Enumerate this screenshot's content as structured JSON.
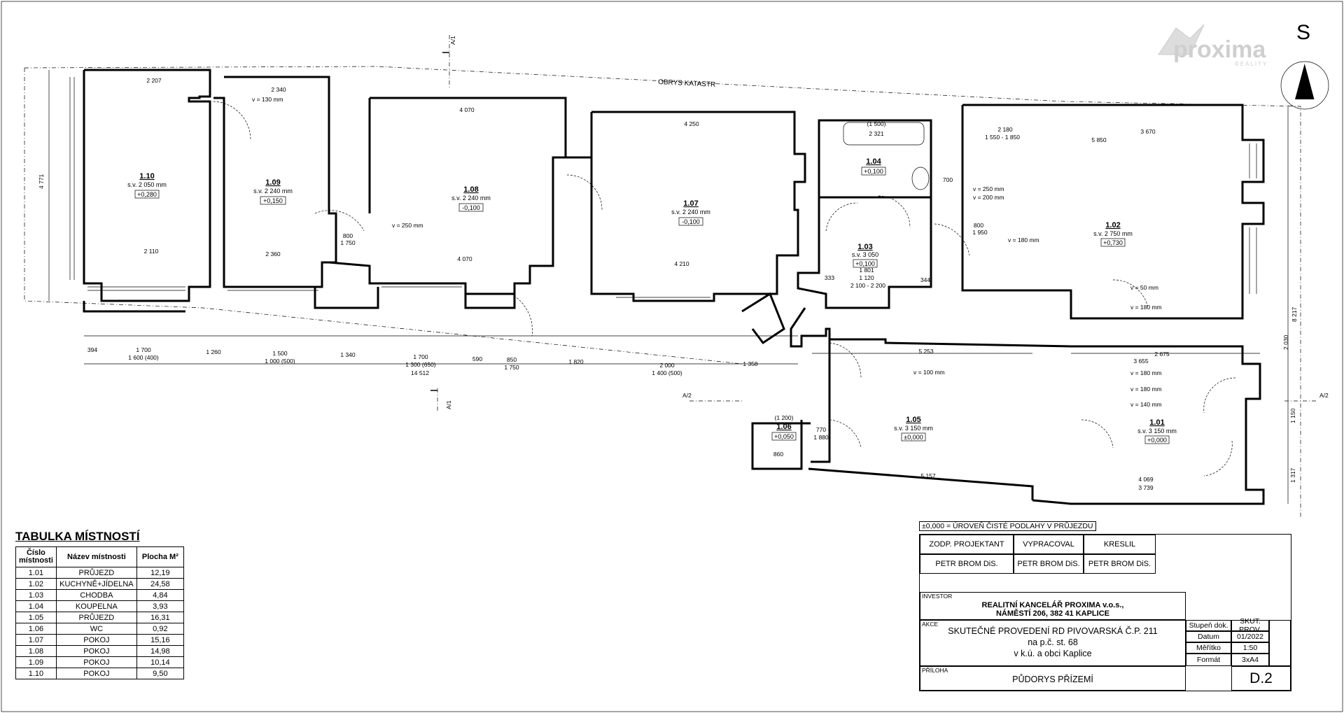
{
  "logo": {
    "brand": "proxima",
    "tagline": "REALITY"
  },
  "north": {
    "label": "S"
  },
  "annotations": {
    "obrys": "OBRYS KATASTR",
    "section_a1_top": "A/1",
    "section_a1_bottom": "A/1",
    "section_a2_left": "A/2",
    "section_a2_right": "A/2"
  },
  "rooms": [
    {
      "no": "1.10",
      "sv": "s.v. 2 050 mm",
      "lvl": "+0,280"
    },
    {
      "no": "1.09",
      "sv": "s.v. 2 240 mm",
      "lvl": "+0,150"
    },
    {
      "no": "1.08",
      "sv": "s.v. 2 240 mm",
      "lvl": "-0,100"
    },
    {
      "no": "1.07",
      "sv": "s.v. 2 240 mm",
      "lvl": "-0,100"
    },
    {
      "no": "1.04",
      "sv": "",
      "lvl": "+0,100"
    },
    {
      "no": "1.03",
      "sv": "s.v. 3 050",
      "lvl": "+0,100"
    },
    {
      "no": "1.02",
      "sv": "s.v. 2 750 mm",
      "lvl": "+0,730"
    },
    {
      "no": "1.06",
      "sv": "",
      "lvl": "+0,050"
    },
    {
      "no": "1.05",
      "sv": "s.v. 3 150 mm",
      "lvl": "±0,000"
    },
    {
      "no": "1.01",
      "sv": "s.v. 3 150 mm",
      "lvl": "+0,000"
    }
  ],
  "dims": {
    "d2207": "2 207",
    "d2340": "2 340",
    "d4070a": "4 070",
    "d4250": "4 250",
    "d2180": "2 180",
    "d3670": "3 670",
    "d5850": "5 850",
    "d1550": "1 550 - 1 850",
    "d2110": "2 110",
    "d2360": "2 360",
    "d4070b": "4 070",
    "d4210": "4 210",
    "d394": "394",
    "d1700": "1 700",
    "d1600": "1 600 (400)",
    "d1260": "1 260",
    "d1500": "1 500",
    "d1000": "1 000 (500)",
    "d1340": "1 340",
    "d1700b": "1 700",
    "d1300": "1 300 (650)",
    "d590": "590",
    "d850": "850",
    "d1750": "1 750",
    "d1820": "1 820",
    "d2000": "2 000",
    "d1400": "1 400 (500)",
    "d1358": "1 358",
    "d14512": "14 512",
    "d5253": "5 253",
    "d2675": "2 675",
    "d3655": "3 655",
    "d5157": "5 157",
    "d4069": "4 069",
    "d3739": "3 739",
    "d4771": "4 771",
    "d8217": "8 217",
    "d2030": "2 030",
    "d1150": "1 150",
    "d1317": "1 317",
    "v130": "v = 130 mm",
    "v250a": "v = 250 mm",
    "v250b": "v = 250 mm",
    "v200": "v = 200 mm",
    "v180a": "v = 180 mm",
    "v50": "v = 50 mm",
    "v180b": "v = 180 mm",
    "v100": "v = 100 mm",
    "v180c": "v = 180 mm",
    "v180d": "v = 180 mm",
    "v140": "v = 140 mm",
    "d1500b": "(1 500)",
    "d2321": "2 321",
    "d700": "700",
    "d1801": "1 801",
    "d1120": "1 120",
    "d2100": "2 100 - 2 200",
    "d344": "344",
    "d333": "333",
    "d800a": "800",
    "d1750c": "1 750",
    "d800b": "800",
    "d1950": "1 950",
    "d1200": "(1 200)",
    "d770": "770",
    "d860": "860",
    "d1880": "1 880"
  },
  "room_table": {
    "title": "TABULKA MÍSTNOSTÍ",
    "headers": [
      "Číslo místnosti",
      "Název místnosti",
      "Plocha M²"
    ],
    "rows": [
      [
        "1.01",
        "PRŮJEZD",
        "12,19"
      ],
      [
        "1.02",
        "KUCHYNĚ+JÍDELNA",
        "24,58"
      ],
      [
        "1.03",
        "CHODBA",
        "4,84"
      ],
      [
        "1.04",
        "KOUPELNA",
        "3,93"
      ],
      [
        "1.05",
        "PRŮJEZD",
        "16,31"
      ],
      [
        "1.06",
        "WC",
        "0,92"
      ],
      [
        "1.07",
        "POKOJ",
        "15,16"
      ],
      [
        "1.08",
        "POKOJ",
        "14,98"
      ],
      [
        "1.09",
        "POKOJ",
        "10,14"
      ],
      [
        "1.10",
        "POKOJ",
        "9,50"
      ]
    ]
  },
  "title_block": {
    "level_note": "±0,000 = ÚROVEŇ ČISTÉ PODLAHY V PRŮJEZDU",
    "h_projektant": "ZODP. PROJEKTANT",
    "h_vypracoval": "VYPRACOVAL",
    "h_kreslil": "KRESLIL",
    "v_projektant": "PETR BROM DiS.",
    "v_vypracoval": "PETR BROM DiS.",
    "v_kreslil": "PETR BROM DiS.",
    "investor_label": "INVESTOR",
    "investor_1": "REALITNÍ KANCELÁŘ PROXIMA v.o.s.,",
    "investor_2": "NÁMĚSTÍ 206, 382 41 KAPLICE",
    "akce_label": "AKCE",
    "akce_1": "SKUTEČNÉ PROVEDENÍ RD PIVOVARSKÁ Č.P. 211",
    "akce_2": "na p.č. st. 68",
    "akce_3": "v k.ú. a obci Kaplice",
    "priloha_label": "PŘÍLOHA",
    "priloha": "PŮDORYS PŘÍZEMÍ",
    "stupen_label": "Stupeň dok.",
    "stupen": "SKUT. PROV.",
    "datum_label": "Datum",
    "datum": "01/2022",
    "meritko_label": "Měřítko",
    "meritko": "1:50",
    "format_label": "Formát",
    "format": "3xA4",
    "sheet": "D.2"
  }
}
